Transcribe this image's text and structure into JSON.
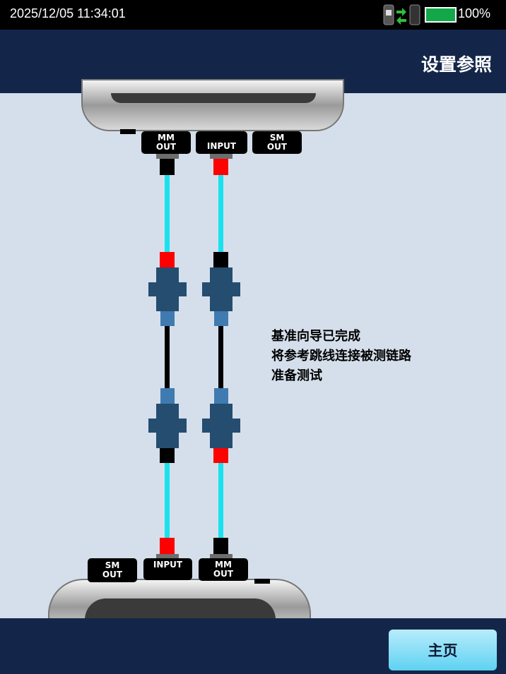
{
  "status_bar": {
    "datetime": "2025/12/05 11:34:01",
    "battery": "100%",
    "battery_level": 100,
    "battery_color": "#12a84a"
  },
  "header": {
    "title": "设置参照"
  },
  "top_device": {
    "ports": [
      {
        "l1": "MM",
        "l2": "OUT"
      },
      {
        "l1": "",
        "l2": "INPUT"
      },
      {
        "l1": "SM",
        "l2": "OUT"
      }
    ]
  },
  "bottom_device": {
    "ports": [
      {
        "l1": "SM",
        "l2": "OUT"
      },
      {
        "l1": "INPUT",
        "l2": ""
      },
      {
        "l1": "MM",
        "l2": "OUT"
      }
    ]
  },
  "message": {
    "line1": "基准向导已完成",
    "line2": "将参考跳线连接被测链路",
    "line3": "准备测试"
  },
  "footer": {
    "home_label": "主页"
  }
}
